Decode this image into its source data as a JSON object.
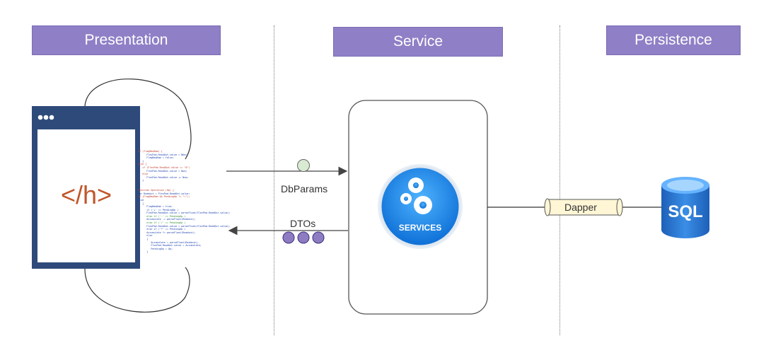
{
  "headers": {
    "presentation": "Presentation",
    "service": "Service",
    "persistence": "Persistence"
  },
  "labels": {
    "db_params": "DbParams",
    "dtos": "DTOs",
    "dapper": "Dapper",
    "services_badge": "SERVICES",
    "sql": "SQL",
    "html_tag": "</h>"
  },
  "icons": {
    "browser": "browser-window-icon",
    "gears": "gears-icon",
    "database": "sql-database-icon",
    "scroll": "scroll-icon"
  },
  "colors": {
    "header_bg": "#8f7fc6",
    "browser_frame": "#2e4a7a",
    "html_tag": "#c0562b",
    "services_blue": "#1f8fe0",
    "db_blue": "#2f7fd0",
    "dbparams_token": "#d9ead3",
    "dto_token": "#8e7cc3",
    "scroll_fill": "#fff6d6"
  }
}
